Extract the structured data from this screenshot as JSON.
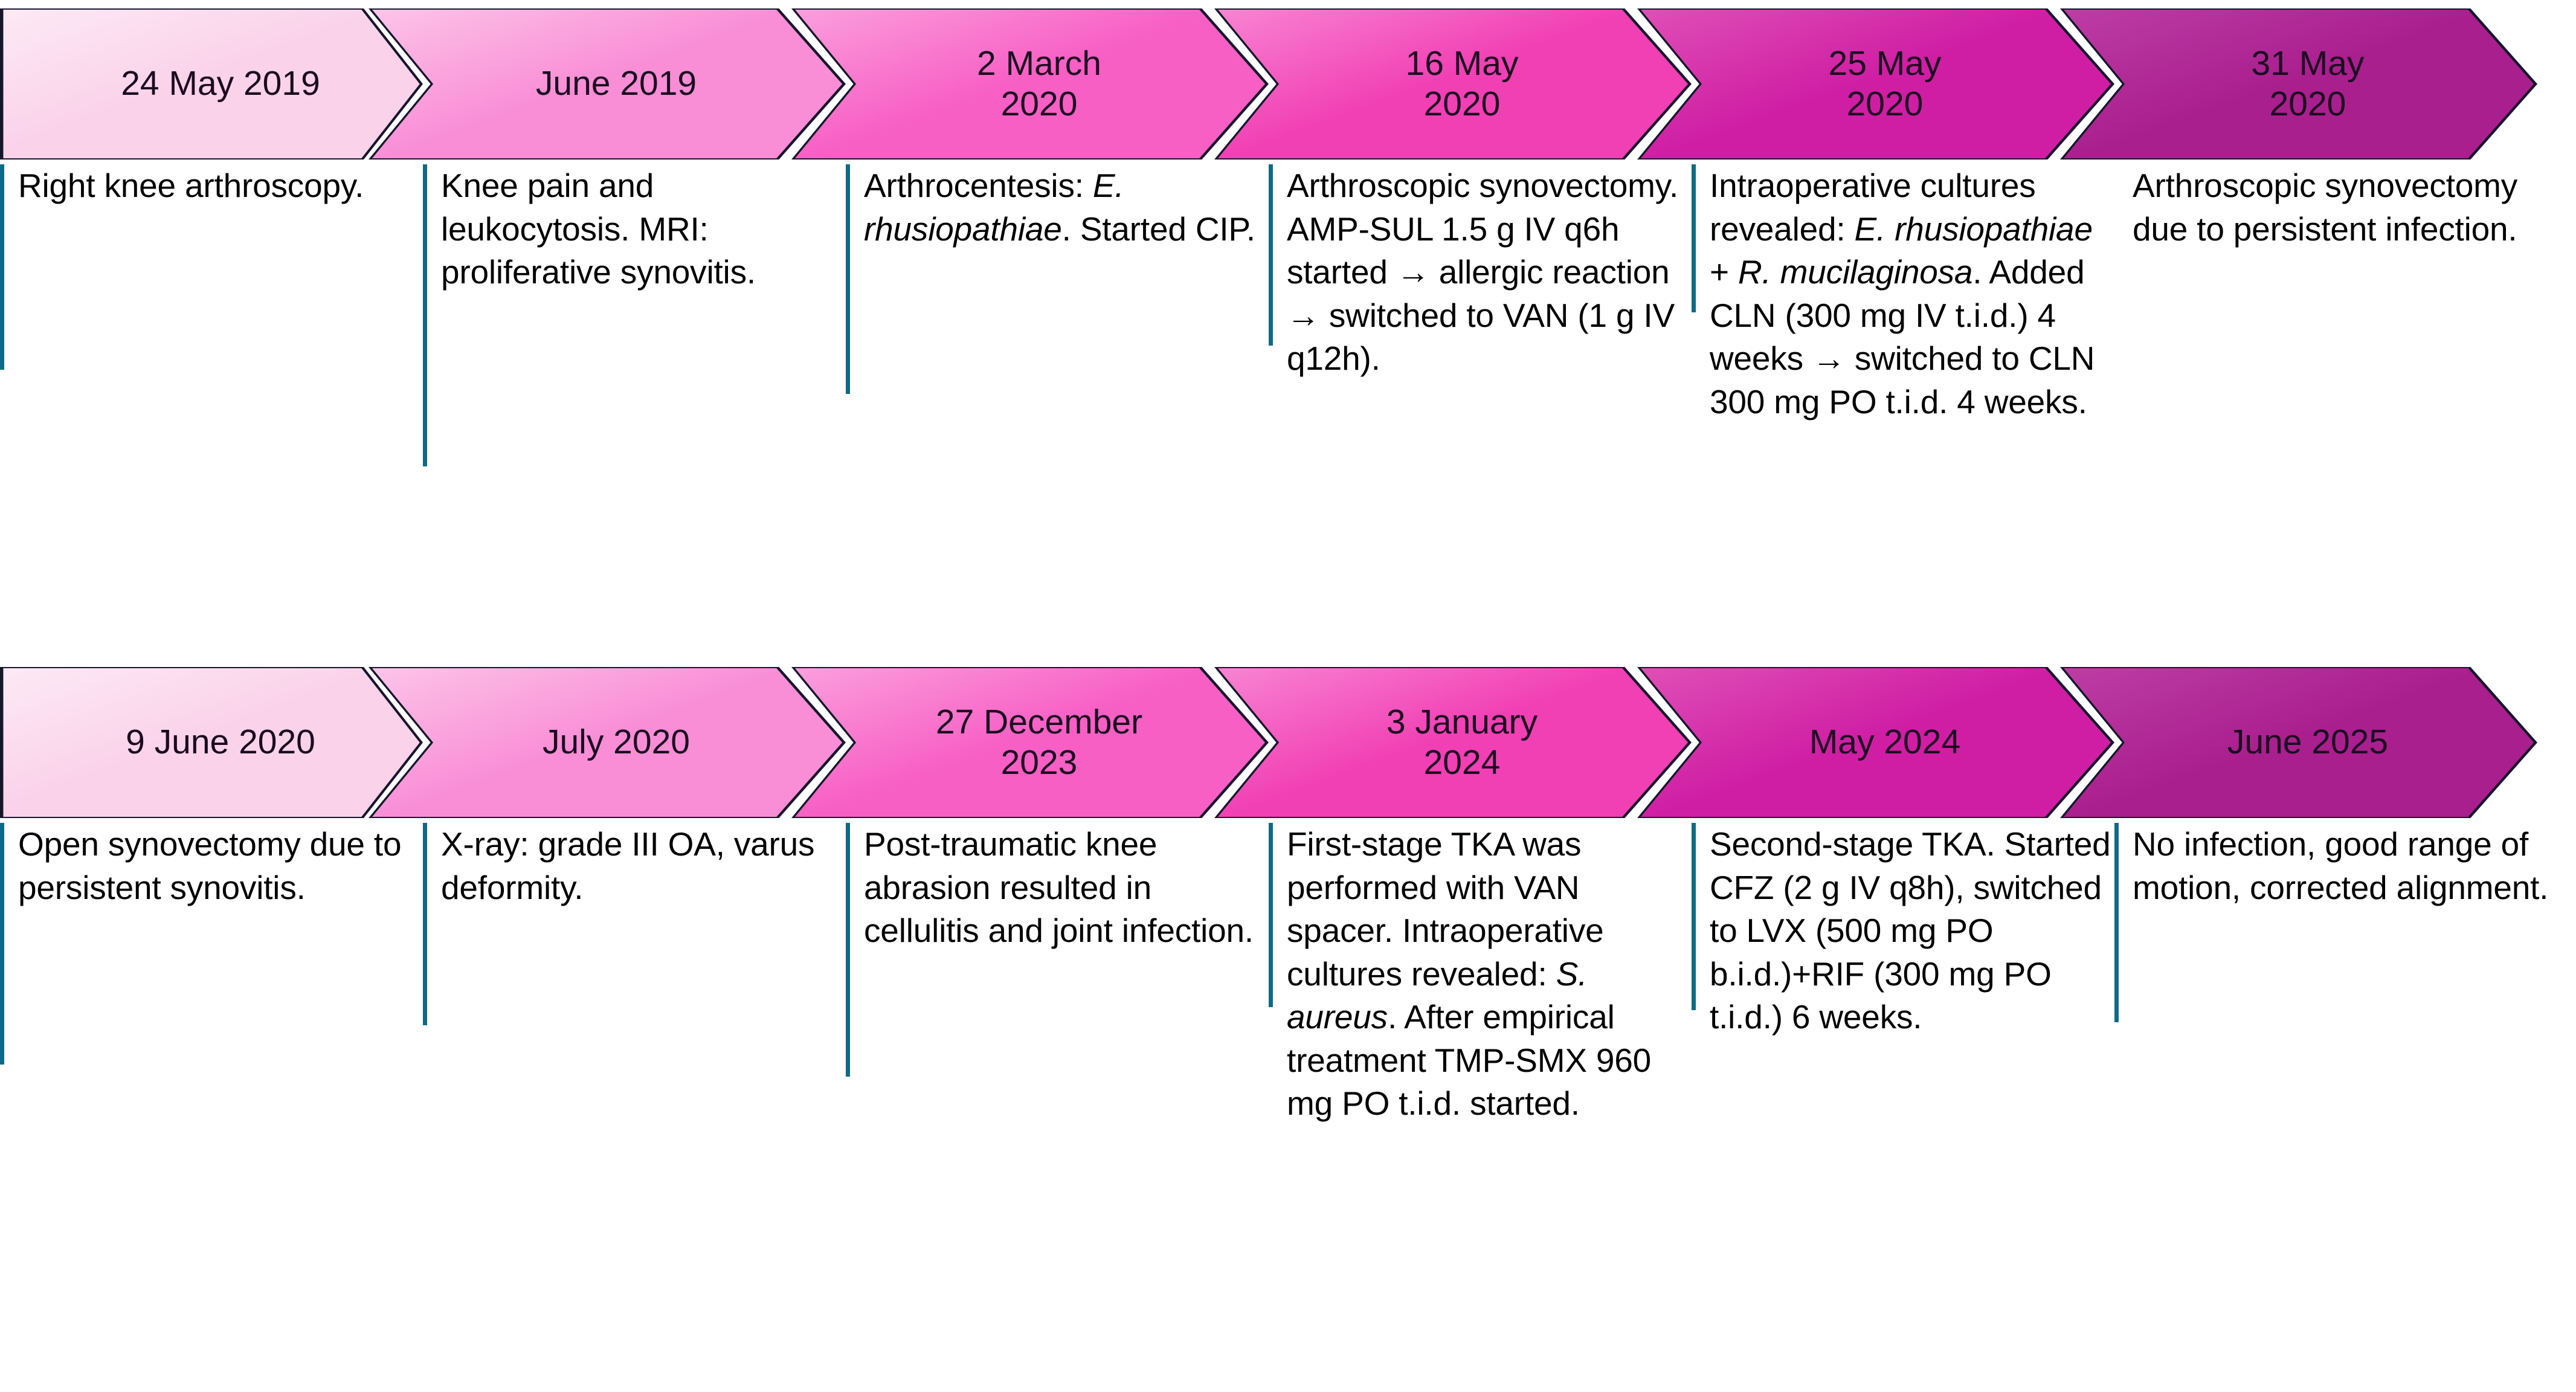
{
  "diagram": {
    "type": "clinical-timeline",
    "columns": 6,
    "rows": 2,
    "divider_color": "#0d6b86",
    "chevron_border_color": "#16162b",
    "chevron_colors": [
      "#fad2ea",
      "#f98ed6",
      "#f75fc4",
      "#f13fb4",
      "#cf1ea4",
      "#a91f8e"
    ],
    "chevron_gradient_light": [
      "#fde9f5",
      "#fcc4e8",
      "#fb9fdd",
      "#f884d2",
      "#df4fb6",
      "#bd3da4"
    ]
  },
  "rows": [
    {
      "row_index": 1,
      "items": [
        {
          "date": "24 May 2019",
          "color": "#fad2ea",
          "color_light": "#fde9f5",
          "text": "Right knee arthroscopy.",
          "rule_height": 340
        },
        {
          "date": "June 2019",
          "color": "#f98ed6",
          "color_light": "#fcc4e8",
          "text": "Knee pain and leukocytosis. MRI: proliferative synovitis.",
          "rule_height": 500
        },
        {
          "date": "2 March\n2020",
          "color": "#f75fc4",
          "color_light": "#fb9fdd",
          "text_parts": [
            {
              "t": "Arthrocentesis: ",
              "i": false
            },
            {
              "t": "E. rhusiopathiae",
              "i": true
            },
            {
              "t": ". Started CIP.",
              "i": false
            }
          ],
          "rule_height": 380
        },
        {
          "date": "16 May\n2020",
          "color": "#f13fb4",
          "color_light": "#f884d2",
          "text": "Arthroscopic synovectomy. AMP-SUL 1.5 g IV q6h started → allergic reaction → switched to VAN (1 g IV q12h).",
          "rule_height": 300
        },
        {
          "date": "25 May\n2020",
          "color": "#cf1ea4",
          "color_light": "#df4fb6",
          "text_parts": [
            {
              "t": "Intraoperative cultures revealed: ",
              "i": false
            },
            {
              "t": "E. rhusiopathiae",
              "i": true
            },
            {
              "t": " + ",
              "i": false
            },
            {
              "t": "R. mucilaginosa",
              "i": true
            },
            {
              "t": ". Added CLN (300 mg IV t.i.d.)  4 weeks → switched to CLN 300 mg PO t.i.d. 4 weeks.",
              "i": false
            }
          ],
          "rule_height": 245
        },
        {
          "date": "31 May\n2020",
          "color": "#a91f8e",
          "color_light": "#bd3da4",
          "text": "Arthroscopic synovectomy due to persistent infection.",
          "rule_height": 0
        }
      ]
    },
    {
      "row_index": 2,
      "items": [
        {
          "date": "9 June 2020",
          "color": "#fad2ea",
          "color_light": "#fde9f5",
          "text": "Open synovectomy due to persistent synovitis.",
          "rule_height": 400
        },
        {
          "date": "July 2020",
          "color": "#f98ed6",
          "color_light": "#fcc4e8",
          "text": "X-ray: grade III OA, varus deformity.",
          "rule_height": 335
        },
        {
          "date": "27 December\n2023",
          "color": "#f75fc4",
          "color_light": "#fb9fdd",
          "text": "Post-traumatic knee abrasion resulted in cellulitis and joint infection.",
          "rule_height": 420
        },
        {
          "date": "3 January\n2024",
          "color": "#f13fb4",
          "color_light": "#f884d2",
          "text_parts": [
            {
              "t": "First-stage TKA was performed with VAN spacer. Intraoperative cultures revealed: ",
              "i": false
            },
            {
              "t": "S. aureus",
              "i": true
            },
            {
              "t": ". After empirical treatment TMP-SMX 960 mg PO t.i.d. started.",
              "i": false
            }
          ],
          "rule_height": 305
        },
        {
          "date": "May 2024",
          "color": "#cf1ea4",
          "color_light": "#df4fb6",
          "text": "Second-stage TKA. Started CFZ (2 g IV q8h), switched to LVX (500 mg PO b.i.d.)+RIF (300 mg PO t.i.d.) 6 weeks.",
          "rule_height": 310
        },
        {
          "date": "June 2025",
          "color": "#a91f8e",
          "color_light": "#bd3da4",
          "text": "No infection, good range of motion, corrected alignment.",
          "rule_height": 330
        }
      ]
    }
  ]
}
